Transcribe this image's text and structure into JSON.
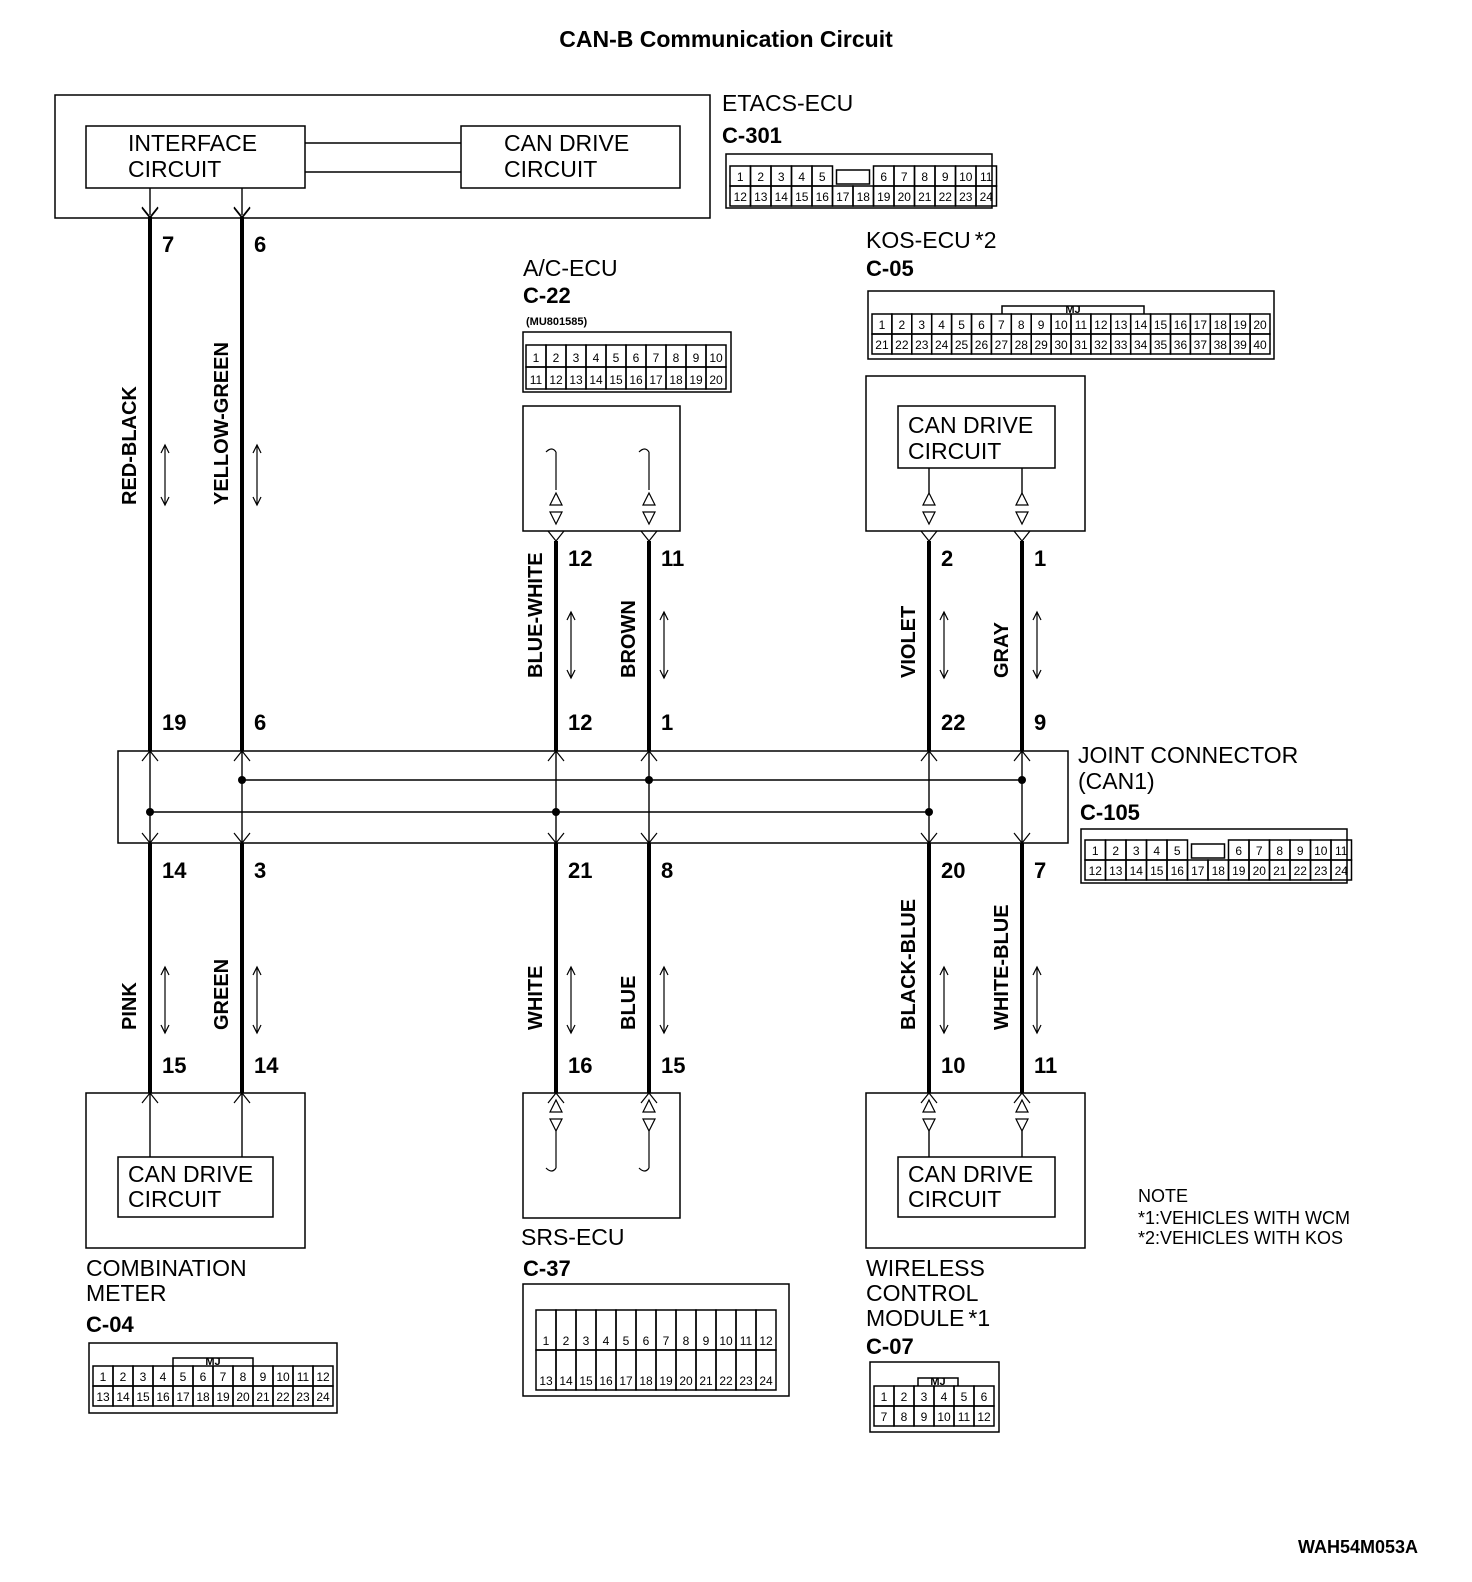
{
  "title": "CAN-B Communication Circuit",
  "figure_ref": "WAH54M053A",
  "note": {
    "heading": "NOTE",
    "items": [
      {
        "mark": "*1",
        "text": ":VEHICLES WITH WCM"
      },
      {
        "mark": "*2",
        "text": ":VEHICLES WITH KOS"
      }
    ]
  },
  "etacs": {
    "name": "ETACS-ECU",
    "code": "C-301",
    "left_block": [
      "INTERFACE",
      "CIRCUIT"
    ],
    "right_block": [
      "CAN DRIVE",
      "CIRCUIT"
    ],
    "connector_rows": [
      [
        "1",
        "2",
        "3",
        "4",
        "5",
        "",
        "6",
        "7",
        "8",
        "9",
        "10",
        "11"
      ],
      [
        "12",
        "13",
        "14",
        "15",
        "16",
        "17",
        "18",
        "19",
        "20",
        "21",
        "22",
        "23",
        "24"
      ]
    ]
  },
  "ac_ecu": {
    "name": "A/C-ECU",
    "code": "C-22",
    "part": "(MU801585)",
    "connector_rows": [
      [
        "1",
        "2",
        "3",
        "4",
        "5",
        "6",
        "7",
        "8",
        "9",
        "10"
      ],
      [
        "11",
        "12",
        "13",
        "14",
        "15",
        "16",
        "17",
        "18",
        "19",
        "20"
      ]
    ]
  },
  "kos_ecu": {
    "name": "KOS-ECU",
    "mark": "*2",
    "code": "C-05",
    "mj": "MJ",
    "block": [
      "CAN DRIVE",
      "CIRCUIT"
    ],
    "connector_rows": [
      [
        "1",
        "2",
        "3",
        "4",
        "5",
        "6",
        "7",
        "8",
        "9",
        "10",
        "11",
        "12",
        "13",
        "14",
        "15",
        "16",
        "17",
        "18",
        "19",
        "20"
      ],
      [
        "21",
        "22",
        "23",
        "24",
        "25",
        "26",
        "27",
        "28",
        "29",
        "30",
        "31",
        "32",
        "33",
        "34",
        "35",
        "36",
        "37",
        "38",
        "39",
        "40"
      ]
    ]
  },
  "joint": {
    "name": [
      "JOINT CONNECTOR",
      "(CAN1)"
    ],
    "code": "C-105",
    "connector_rows": [
      [
        "1",
        "2",
        "3",
        "4",
        "5",
        "",
        "6",
        "7",
        "8",
        "9",
        "10",
        "11"
      ],
      [
        "12",
        "13",
        "14",
        "15",
        "16",
        "17",
        "18",
        "19",
        "20",
        "21",
        "22",
        "23",
        "24"
      ]
    ]
  },
  "combination": {
    "name": [
      "COMBINATION",
      "METER"
    ],
    "code": "C-04",
    "mj": "MJ",
    "block": [
      "CAN DRIVE",
      "CIRCUIT"
    ],
    "connector_rows": [
      [
        "1",
        "2",
        "3",
        "4",
        "5",
        "6",
        "7",
        "8",
        "9",
        "10",
        "11",
        "12"
      ],
      [
        "13",
        "14",
        "15",
        "16",
        "17",
        "18",
        "19",
        "20",
        "21",
        "22",
        "23",
        "24"
      ]
    ]
  },
  "srs": {
    "name": "SRS-ECU",
    "code": "C-37",
    "connector_rows": [
      [
        "1",
        "2",
        "3",
        "4",
        "5",
        "6",
        "7",
        "8",
        "9",
        "10",
        "11",
        "12"
      ],
      [
        "13",
        "14",
        "15",
        "16",
        "17",
        "18",
        "19",
        "20",
        "21",
        "22",
        "23",
        "24"
      ]
    ]
  },
  "wcm": {
    "name": [
      "WIRELESS",
      "CONTROL",
      "MODULE"
    ],
    "mark": "*1",
    "code": "C-07",
    "mj": "MJ",
    "block": [
      "CAN DRIVE",
      "CIRCUIT"
    ],
    "connector_rows": [
      [
        "1",
        "2",
        "3",
        "4",
        "5",
        "6"
      ],
      [
        "7",
        "8",
        "9",
        "10",
        "11",
        "12"
      ]
    ]
  },
  "wires": {
    "upper": [
      {
        "color": "RED-BLACK",
        "top_pin": "7",
        "bottom_pin": "19"
      },
      {
        "color": "YELLOW-GREEN",
        "top_pin": "6",
        "bottom_pin": "6"
      },
      {
        "color": "BLUE-WHITE",
        "top_pin": "12",
        "bottom_pin": "12"
      },
      {
        "color": "BROWN",
        "top_pin": "11",
        "bottom_pin": "1"
      },
      {
        "color": "VIOLET",
        "top_pin": "2",
        "bottom_pin": "22"
      },
      {
        "color": "GRAY",
        "top_pin": "1",
        "bottom_pin": "9"
      }
    ],
    "lower": [
      {
        "color": "PINK",
        "top_pin": "14",
        "bottom_pin": "15"
      },
      {
        "color": "GREEN",
        "top_pin": "3",
        "bottom_pin": "14"
      },
      {
        "color": "WHITE",
        "top_pin": "21",
        "bottom_pin": "16"
      },
      {
        "color": "BLUE",
        "top_pin": "8",
        "bottom_pin": "15"
      },
      {
        "color": "BLACK-BLUE",
        "top_pin": "20",
        "bottom_pin": "10"
      },
      {
        "color": "WHITE-BLUE",
        "top_pin": "7",
        "bottom_pin": "11"
      }
    ]
  }
}
